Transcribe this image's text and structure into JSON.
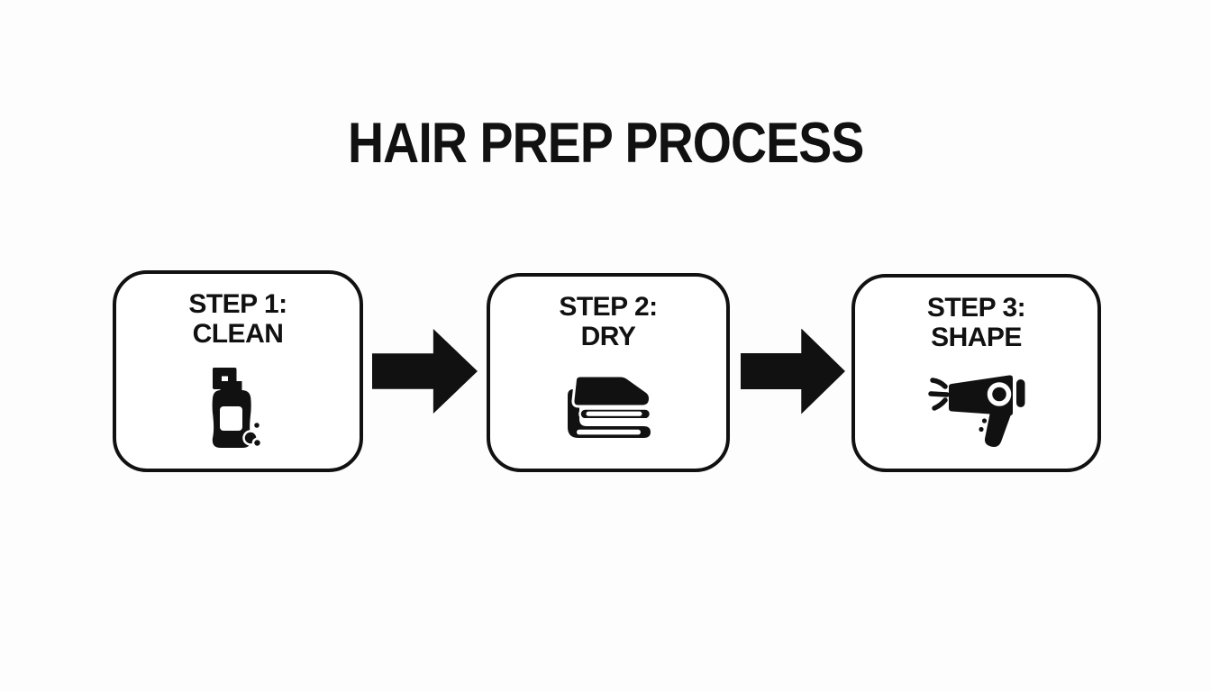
{
  "title": "HAIR PREP PROCESS",
  "steps": [
    {
      "step_label": "STEP 1:",
      "step_name": "CLEAN",
      "icon": "shampoo-pump-bottle-icon"
    },
    {
      "step_label": "STEP 2:",
      "step_name": "DRY",
      "icon": "folded-towel-icon"
    },
    {
      "step_label": "STEP 3:",
      "step_name": "SHAPE",
      "icon": "hair-dryer-icon"
    }
  ],
  "colors": {
    "background": "#fdfdfd",
    "ink": "#111111",
    "box_background": "#ffffff"
  }
}
